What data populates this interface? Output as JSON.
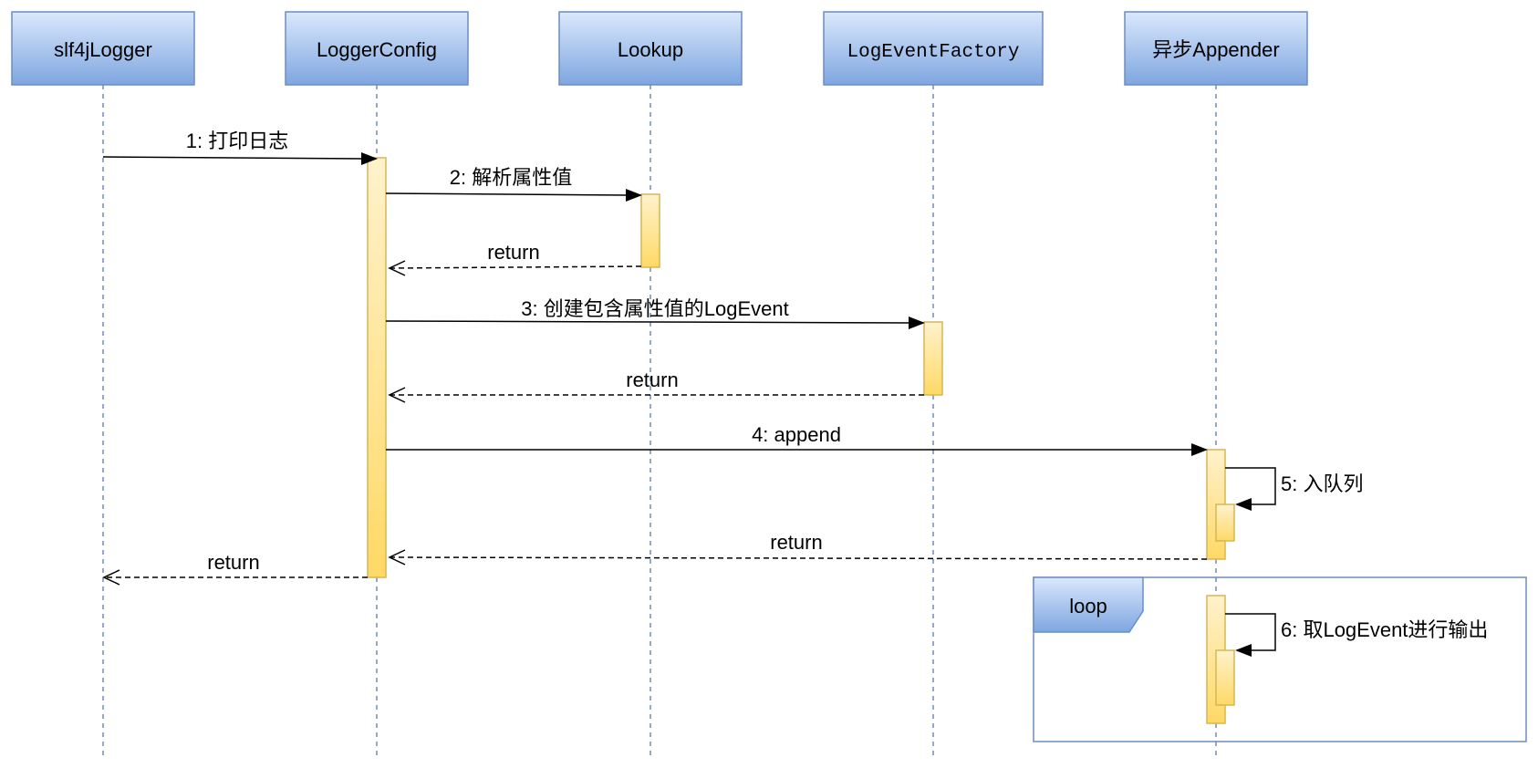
{
  "participants": [
    {
      "id": "slf4jLogger",
      "label": "slf4jLogger"
    },
    {
      "id": "LoggerConfig",
      "label": "LoggerConfig"
    },
    {
      "id": "Lookup",
      "label": "Lookup"
    },
    {
      "id": "LogEventFactory",
      "label": "LogEventFactory"
    },
    {
      "id": "async-appender",
      "label": "异步Appender"
    }
  ],
  "messages": [
    {
      "label": "1: 打印日志",
      "from": "slf4jLogger",
      "to": "LoggerConfig",
      "kind": "sync"
    },
    {
      "label": "2: 解析属性值",
      "from": "LoggerConfig",
      "to": "Lookup",
      "kind": "sync"
    },
    {
      "label": "return",
      "from": "Lookup",
      "to": "LoggerConfig",
      "kind": "return"
    },
    {
      "label": "3: 创建包含属性值的LogEvent",
      "from": "LoggerConfig",
      "to": "LogEventFactory",
      "kind": "sync"
    },
    {
      "label": "return",
      "from": "LogEventFactory",
      "to": "LoggerConfig",
      "kind": "return"
    },
    {
      "label": "4: append",
      "from": "LoggerConfig",
      "to": "async-appender",
      "kind": "sync"
    },
    {
      "label": "5: 入队列",
      "from": "async-appender",
      "to": "async-appender",
      "kind": "self"
    },
    {
      "label": "return",
      "from": "async-appender",
      "to": "LoggerConfig",
      "kind": "return"
    },
    {
      "label": "return",
      "from": "LoggerConfig",
      "to": "slf4jLogger",
      "kind": "return"
    },
    {
      "label": "6: 取LogEvent进行输出",
      "from": "async-appender",
      "to": "async-appender",
      "kind": "self"
    }
  ],
  "frames": [
    {
      "label": "loop"
    }
  ],
  "colors": {
    "participant_fill_top": "#dae8fc",
    "participant_fill_bottom": "#7ea6e0",
    "participant_stroke": "#6c8ebf",
    "lifeline": "#6c8ebf",
    "activation_fill_top": "#fff2cc",
    "activation_fill_bottom": "#ffd966",
    "activation_stroke": "#d6b656",
    "arrow": "#000000"
  }
}
